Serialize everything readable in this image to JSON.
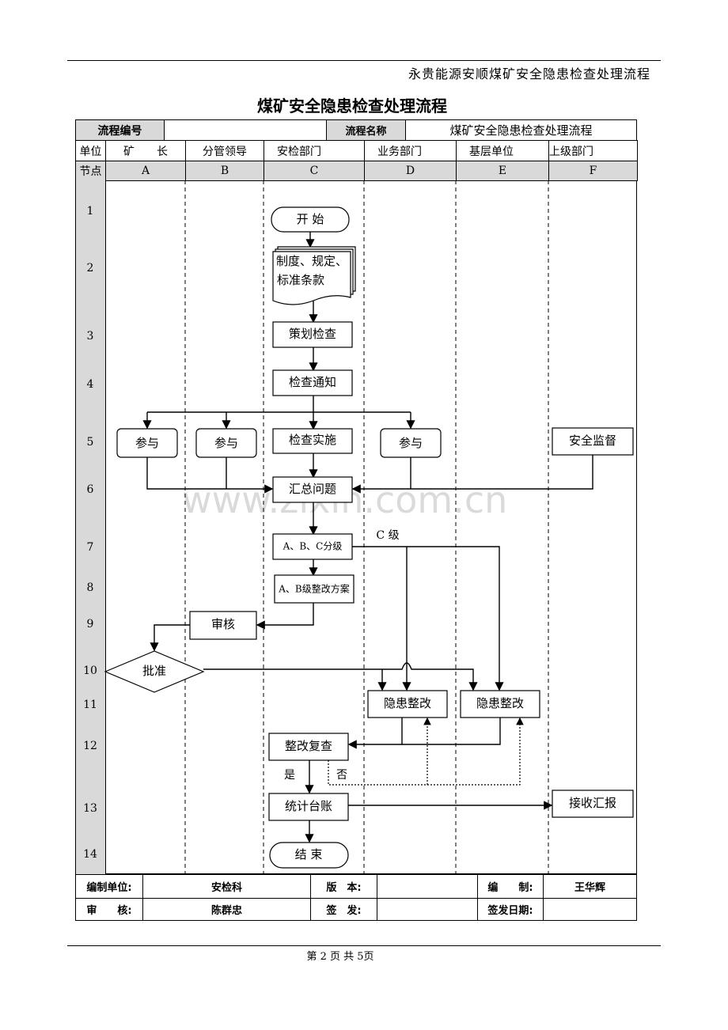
{
  "header": {
    "doc_title": "永贵能源安顺煤矿安全隐患检查处理流程"
  },
  "title": "煤矿安全隐患检查处理流程",
  "table": {
    "code_label": "流程编号",
    "code_value": "",
    "name_label": "流程名称",
    "name_value": "煤矿安全隐患检查处理流程",
    "unit_label": "单位",
    "node_label": "节点",
    "columns": [
      {
        "unit": "矿　　长",
        "node": "A"
      },
      {
        "unit": "分管领导",
        "node": "B"
      },
      {
        "unit": "安检部门",
        "node": "C"
      },
      {
        "unit": "业务部门",
        "node": "D"
      },
      {
        "unit": "基层单位",
        "node": "E"
      },
      {
        "unit": "上级部门",
        "node": "F"
      }
    ],
    "rows": [
      "1",
      "2",
      "3",
      "4",
      "5",
      "6",
      "7",
      "8",
      "9",
      "10",
      "11",
      "12",
      "13",
      "14"
    ]
  },
  "flow": {
    "start": "开 始",
    "doc": [
      "制度、规定、",
      "标准条款"
    ],
    "plan": "策划检查",
    "notice": "检查通知",
    "join_a": "参与",
    "join_b": "参与",
    "implement": "检查实施",
    "join_d": "参与",
    "supervise": "安全监督",
    "summary": "汇总问题",
    "grade": "A、B、C分级",
    "c_level": "C 级",
    "plan_ab": "A、B级整改方案",
    "review": "审核",
    "approve": "批准",
    "fix_d": "隐患整改",
    "fix_e": "隐患整改",
    "recheck": "整改复查",
    "yes": "是",
    "no": "否",
    "ledger": "统计台账",
    "receive": "接收汇报",
    "end": "结 束"
  },
  "footer_table": {
    "compiler_unit_label": "编制单位:",
    "compiler_unit": "安检科",
    "version_label": "版　本:",
    "version": "",
    "author_label": "编　　制:",
    "author": "王华辉",
    "reviewer_label": "审　　核:",
    "reviewer": "陈群忠",
    "issuer_label": "签　发:",
    "issuer": "",
    "issue_date_label": "签发日期:",
    "issue_date": ""
  },
  "watermark": "www.zixin.com.cn",
  "page_footer": "第 2 页 共 5页"
}
